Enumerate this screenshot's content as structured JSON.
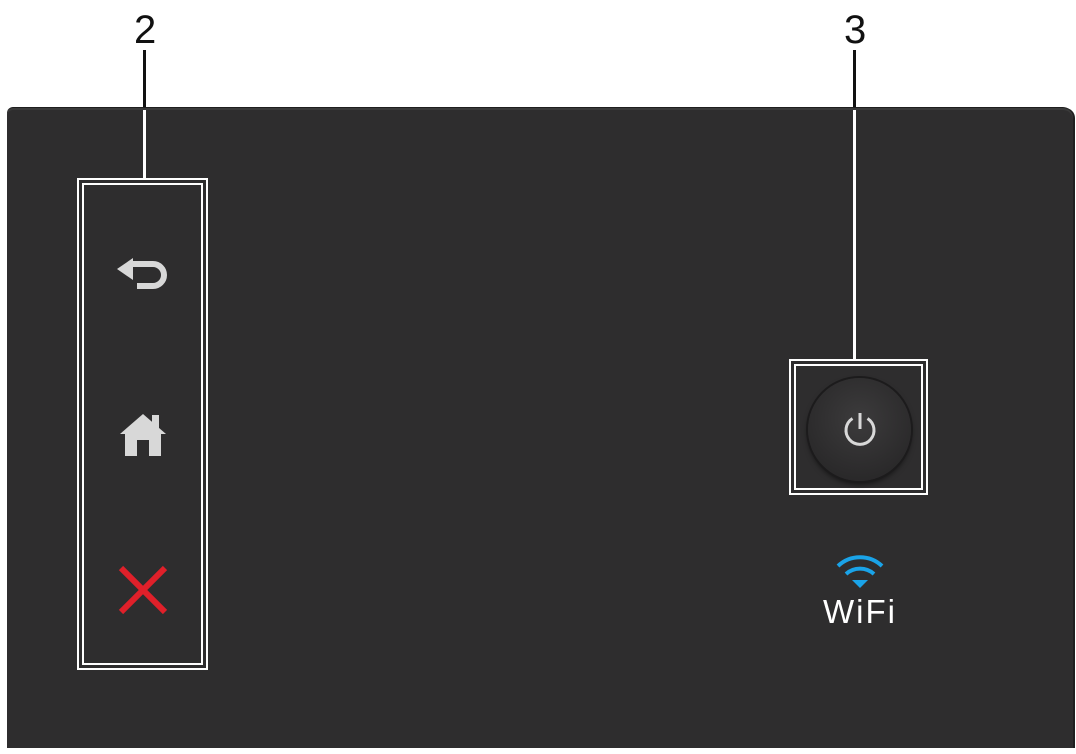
{
  "callouts": {
    "left_number": "2",
    "right_number": "3"
  },
  "keys": {
    "back_icon": "back-arrow-icon",
    "home_icon": "home-icon",
    "cancel_icon": "x-cancel-icon",
    "cancel_color": "#e0202a"
  },
  "power": {
    "icon": "power-icon"
  },
  "wifi": {
    "label": "WiFi",
    "icon": "wifi-signal-icon",
    "color": "#1aa3e8"
  },
  "colors": {
    "panel": "#2e2d2e",
    "frame": "#ffffff",
    "icon_gray": "#d8d8d8"
  }
}
